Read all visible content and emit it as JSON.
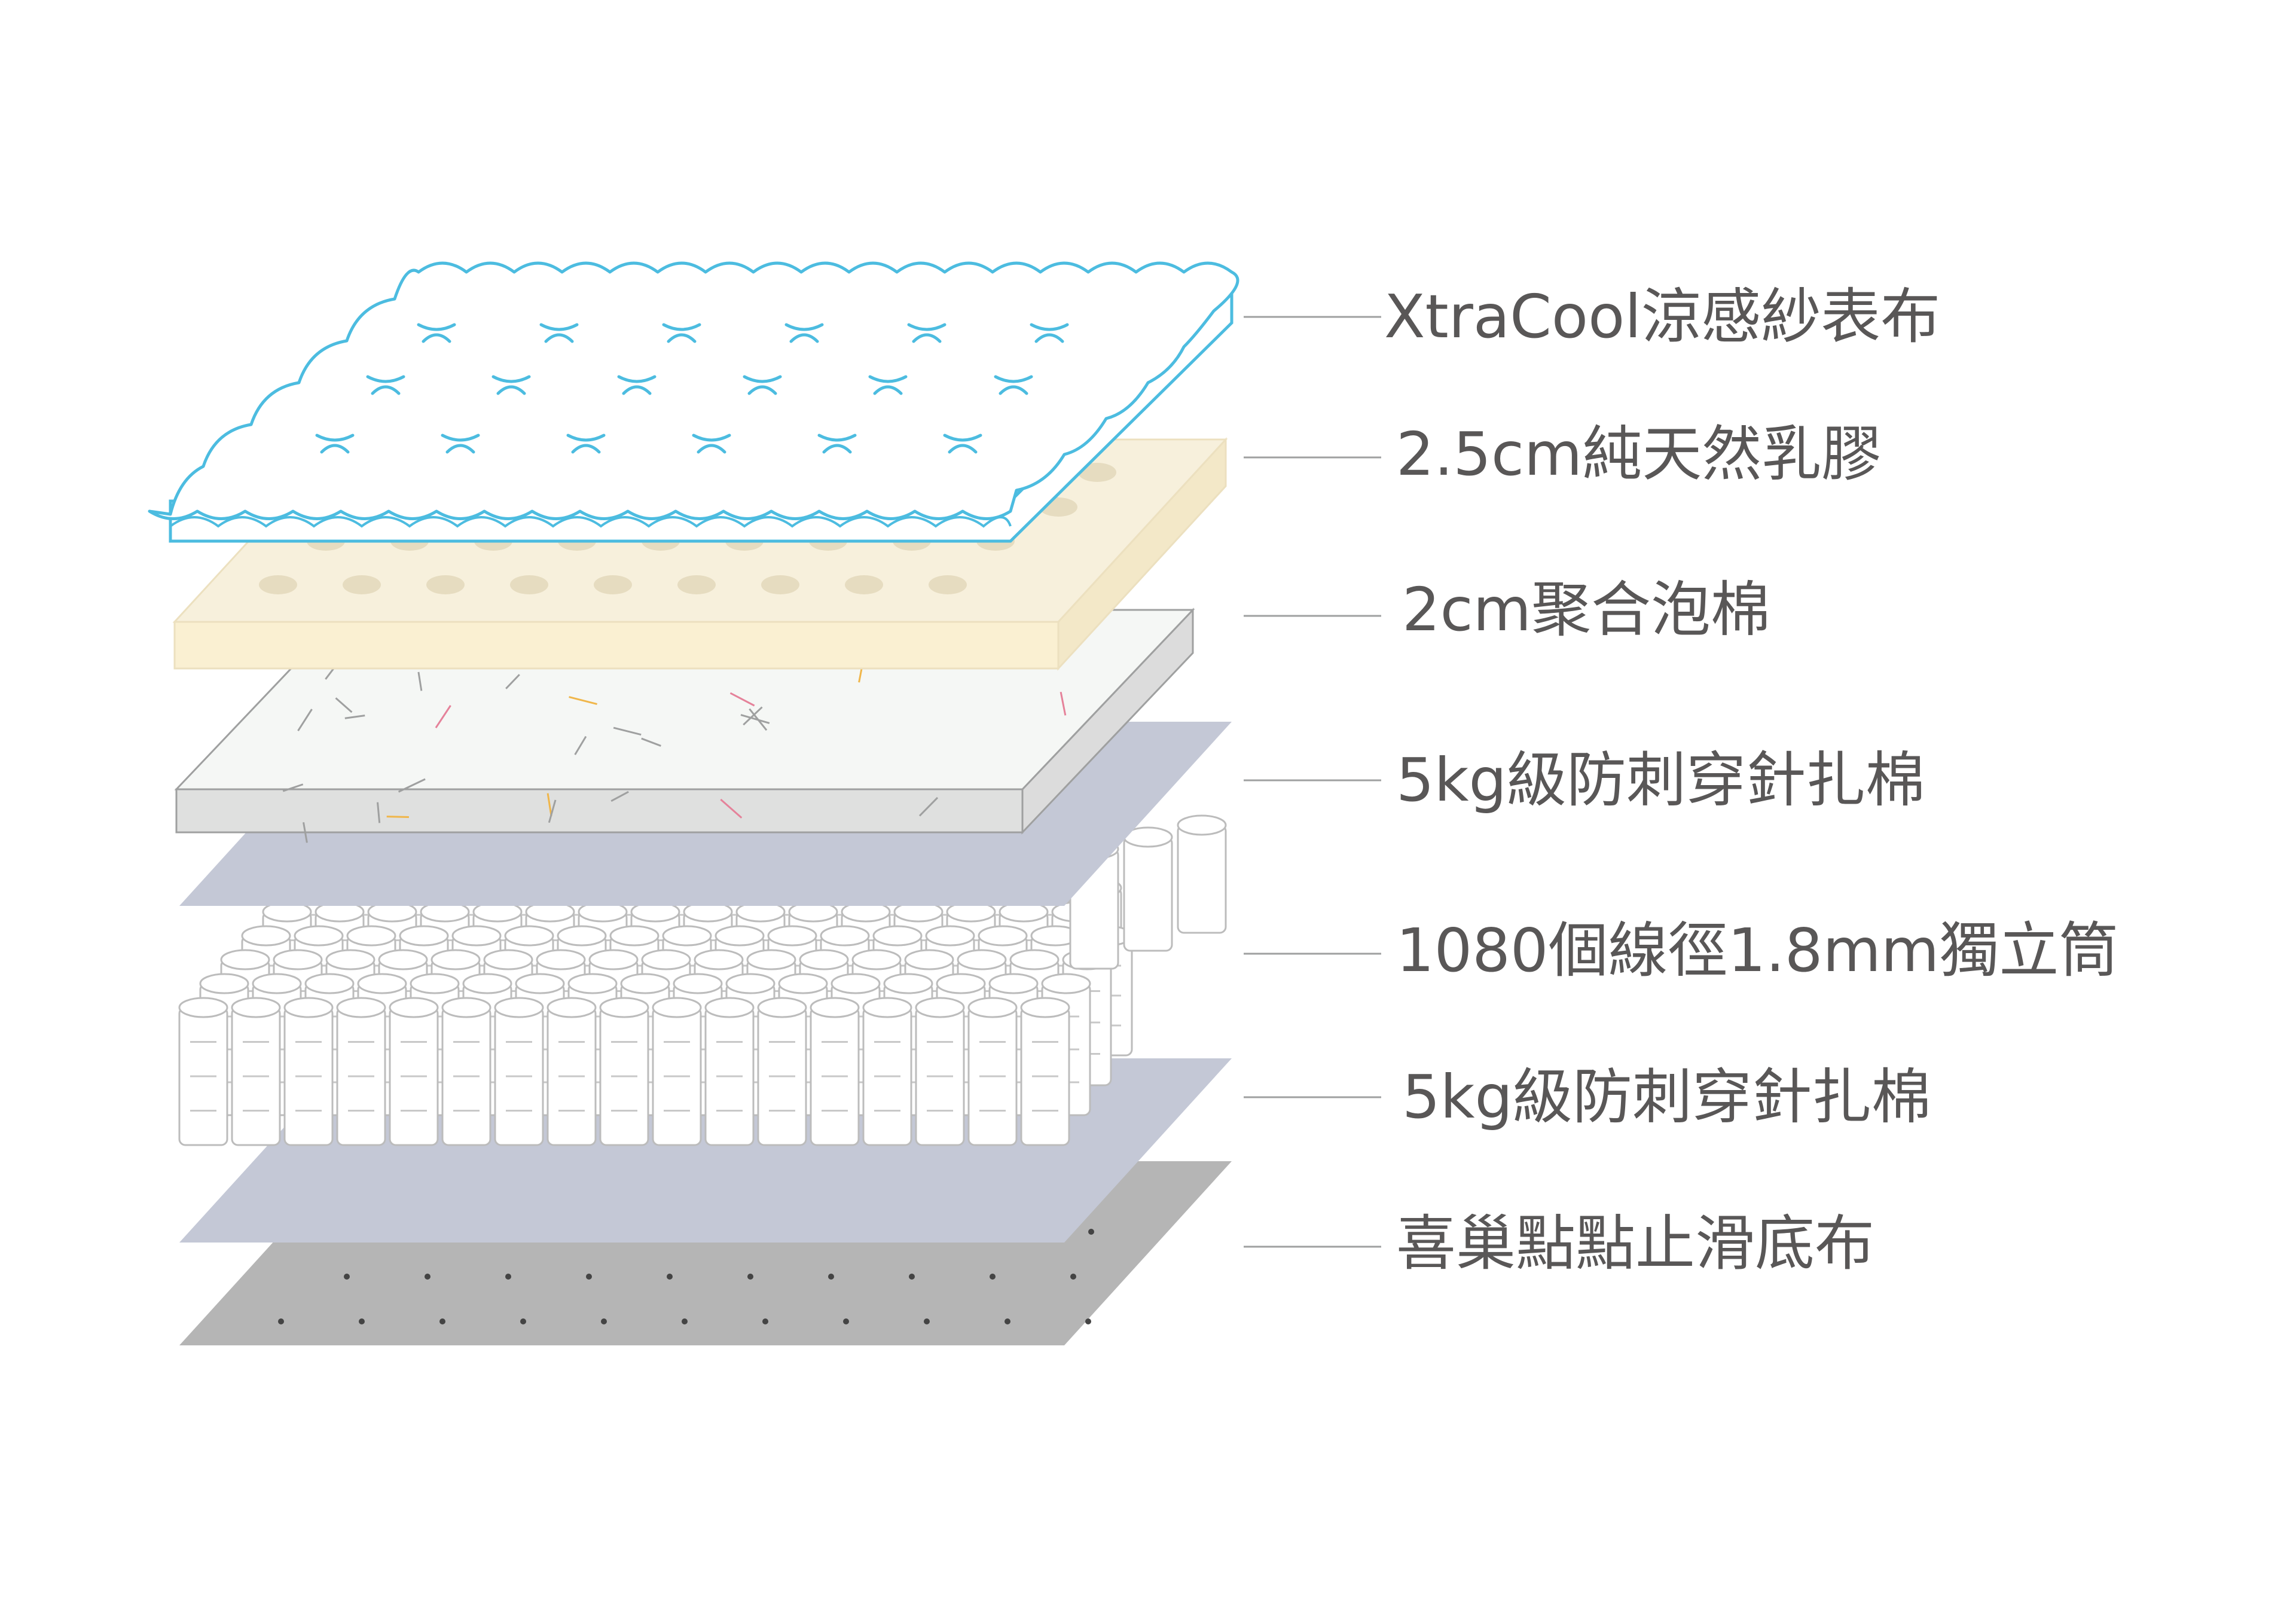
{
  "layers": [
    {
      "label": "XtraCool涼感紗表布"
    },
    {
      "label": "2.5cm純天然乳膠"
    },
    {
      "label": "2cm聚合泡棉"
    },
    {
      "label": "5kg級防刺穿針扎棉"
    },
    {
      "label": "1080個線徑1.8mm獨立筒"
    },
    {
      "label": "5kg級防刺穿針扎棉"
    },
    {
      "label": "喜巢點點止滑底布"
    }
  ],
  "colors": {
    "label_text": "#595757",
    "leader_line": "#9fa0a0",
    "cover_outline": "#4cbce0",
    "cover_fill": "#ffffff",
    "latex_top": "#f7f0dc",
    "latex_front": "#faf0d2",
    "latex_hole": "#e6dcc0",
    "foam_top": "#f5f7f5",
    "foam_front": "#dfe0df",
    "felt": "#c4c8d6",
    "spring_fill": "#ffffff",
    "spring_line": "#bcbcbc",
    "base_fabric": "#b5b5b5",
    "base_dot": "#444444"
  }
}
